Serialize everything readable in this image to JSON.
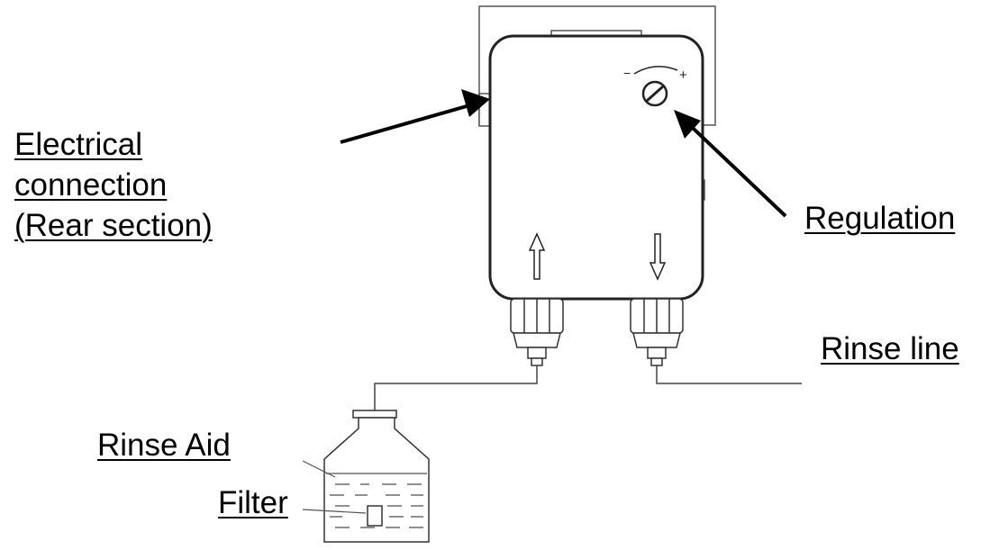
{
  "labels": {
    "electrical_connection": [
      "Electrical",
      "connection",
      "(Rear section)"
    ],
    "regulation": "Regulation",
    "rinse_line": "Rinse line",
    "rinse_aid": "Rinse Aid",
    "filter": "Filter"
  },
  "regulation_scale": {
    "minus": "−",
    "plus": "+"
  },
  "flow_arrows": [
    "up",
    "down"
  ],
  "icons": {
    "regulation_knob": "slotted-screw-icon",
    "inlet_arrow": "arrow-up-icon",
    "outlet_arrow": "arrow-down-icon"
  },
  "colors": {
    "line": "#000000",
    "background": "#ffffff"
  }
}
